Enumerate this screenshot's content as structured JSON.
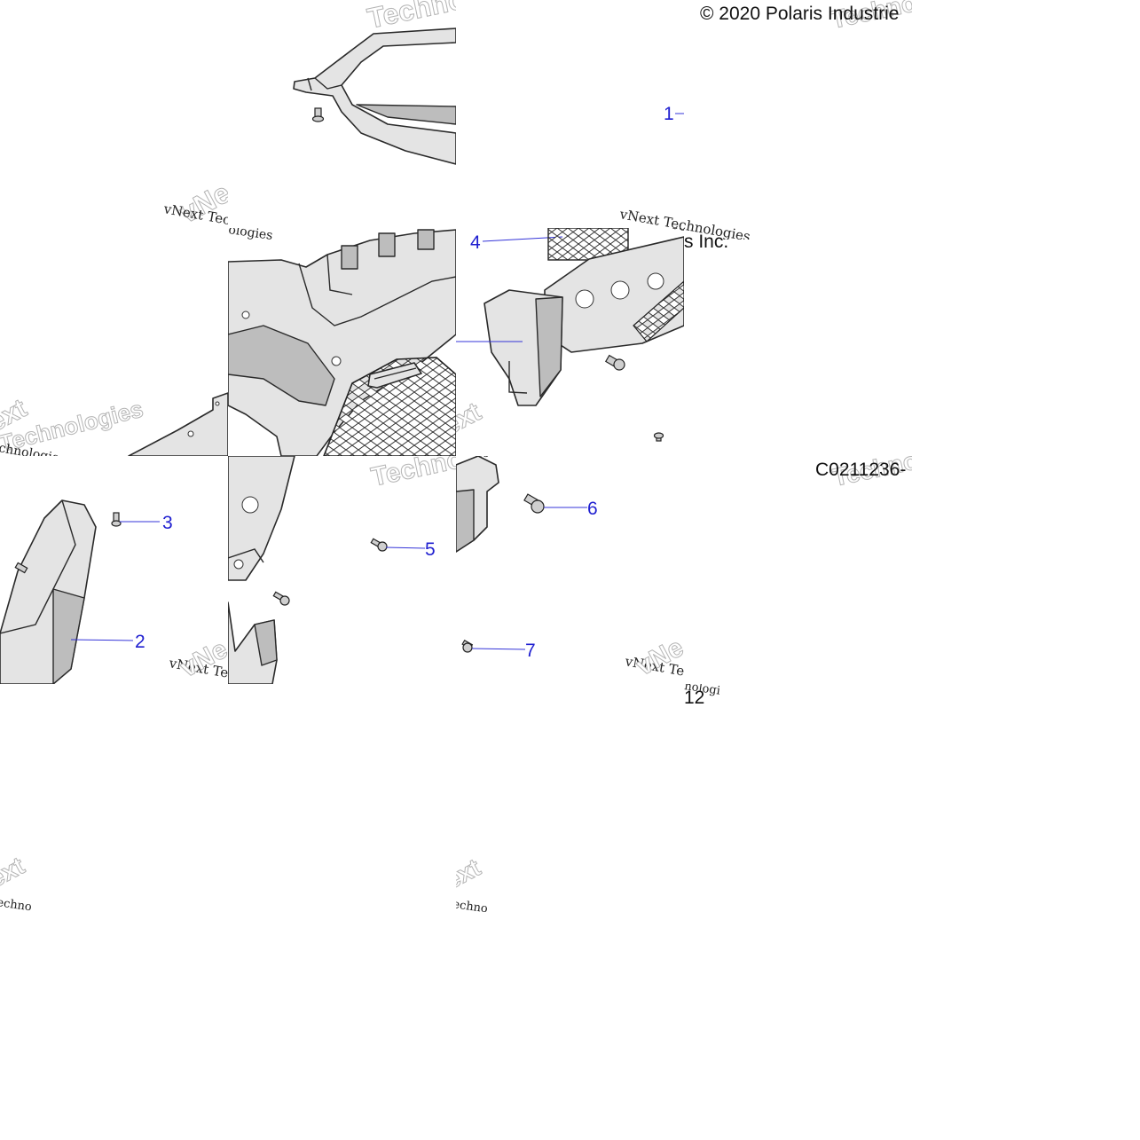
{
  "copyright": "© 2020 Polaris Industrie",
  "copyright_tail": "s Inc.",
  "diagram_code": "C0211236-",
  "page_fragment": "12",
  "watermark": {
    "brand_short": "vNext Tec",
    "brand_line": "vNext Technologies",
    "brand_word": "Technologies",
    "fragment_ext": "ext",
    "fragment_echno": "echno",
    "fragment_chnologies": "chnologies",
    "fragment_ologies": "ologies",
    "fragment_techno": "Techno",
    "fragment_vne": "vNe",
    "fragment_nologies": "nologies"
  },
  "callouts": [
    {
      "number": "1"
    },
    {
      "number": "2"
    },
    {
      "number": "3"
    },
    {
      "number": "4"
    },
    {
      "number": "5"
    },
    {
      "number": "6"
    },
    {
      "number": "7"
    }
  ]
}
